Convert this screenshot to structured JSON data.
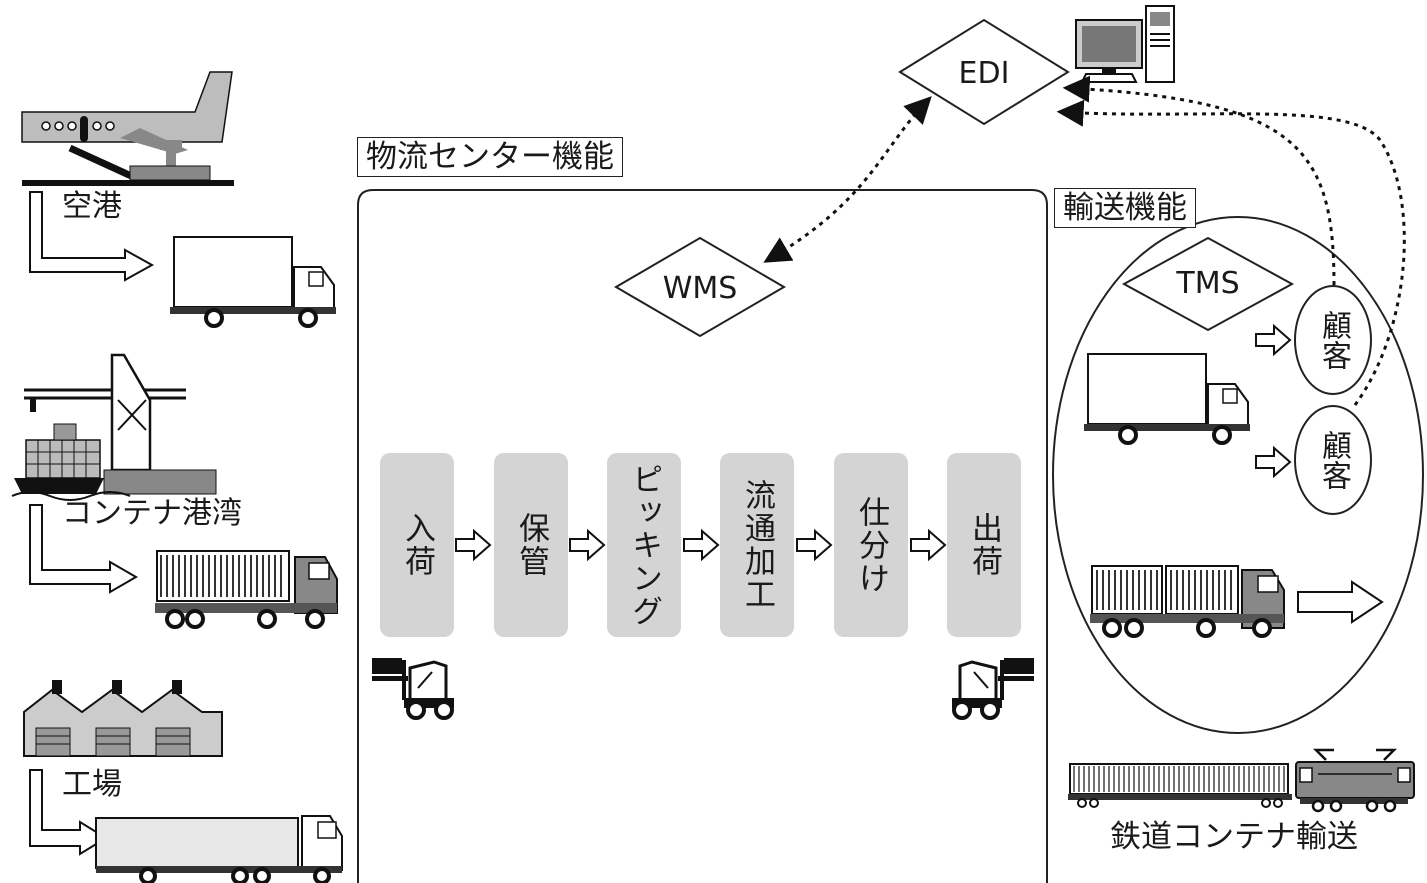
{
  "diagram": {
    "sources": {
      "airport": "空港",
      "port": "コンテナ港湾",
      "factory": "工場"
    },
    "center_label": "物流センター機能",
    "transport_label": "輸送機能",
    "rail_label": "鉄道コンテナ輸送",
    "systems": {
      "edi": "EDI",
      "wms": "WMS",
      "tms": "TMS"
    },
    "steps": [
      "入荷",
      "保管",
      "ピッキング",
      "流通加工",
      "仕分け",
      "出荷"
    ],
    "customers": [
      "顧客",
      "顧客"
    ]
  }
}
